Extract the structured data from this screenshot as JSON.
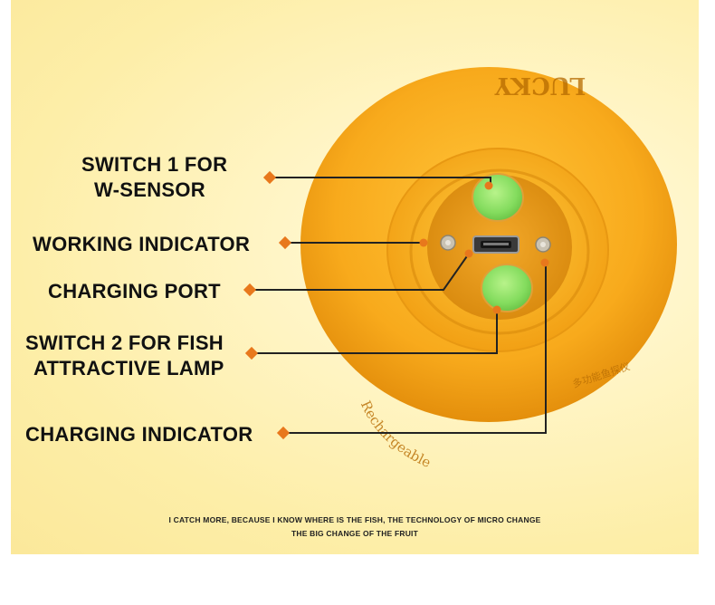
{
  "product": {
    "brand_text": "LUCKY",
    "rim_text": "Rechargeable",
    "rim_text_secondary": "多功能鱼探仪"
  },
  "callouts": {
    "switch1": {
      "line1": "SWITCH 1 FOR",
      "line2": "W-SENSOR"
    },
    "working_indicator": "WORKING INDICATOR",
    "charging_port": "CHARGING PORT",
    "switch2": {
      "line1": "SWITCH 2 FOR FISH",
      "line2": "ATTRACTIVE LAMP"
    },
    "charging_indicator": "CHARGING INDICATOR"
  },
  "tagline": {
    "line1": "I CATCH MORE, BECAUSE I KNOW WHERE IS THE FISH, THE TECHNOLOGY OF MICRO CHANGE",
    "line2": "THE BIG CHANGE OF THE FRUIT"
  },
  "colors": {
    "background": "#fdf2bc",
    "device_orange": "#f5a316",
    "switch_green": "#8ee36a",
    "callout_dot": "#e8781c",
    "callout_line": "#222222"
  }
}
